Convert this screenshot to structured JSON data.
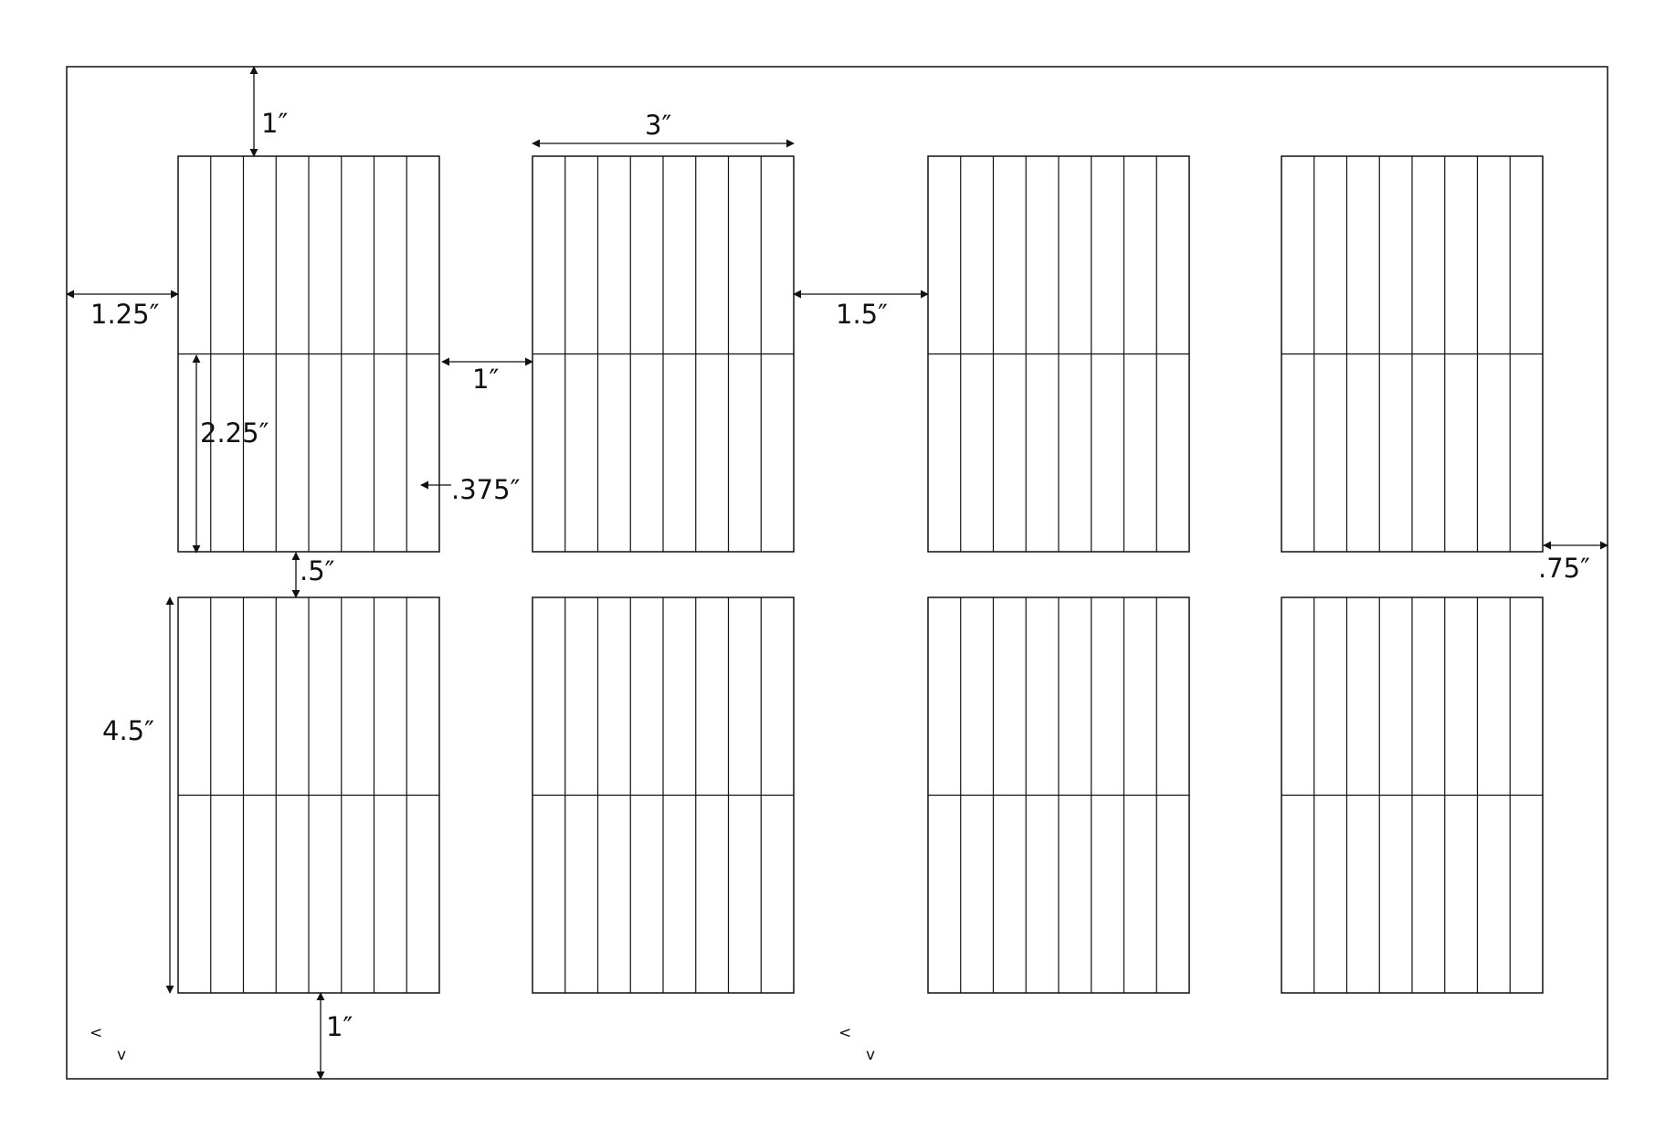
{
  "sheet": {
    "stroke_color": "#111111",
    "background_color": "#ffffff"
  },
  "label_grid": {
    "rows": 2,
    "columns": 4,
    "strips_per_label": 8,
    "label_sections": 2
  },
  "dimensions": {
    "top_margin": "1″",
    "label_width": "3″",
    "left_margin": "1.25″",
    "gap_1_2": "1.5″",
    "gap_between_labels": "1″",
    "half_height": "2.25″",
    "strip_width": ".375″",
    "right_margin": ".75″",
    "row_gap": ".5″",
    "label_height": "4.5″",
    "bottom_margin": "1″"
  },
  "corner_marks": {
    "left_symbol": "<",
    "down_symbol": "v"
  }
}
